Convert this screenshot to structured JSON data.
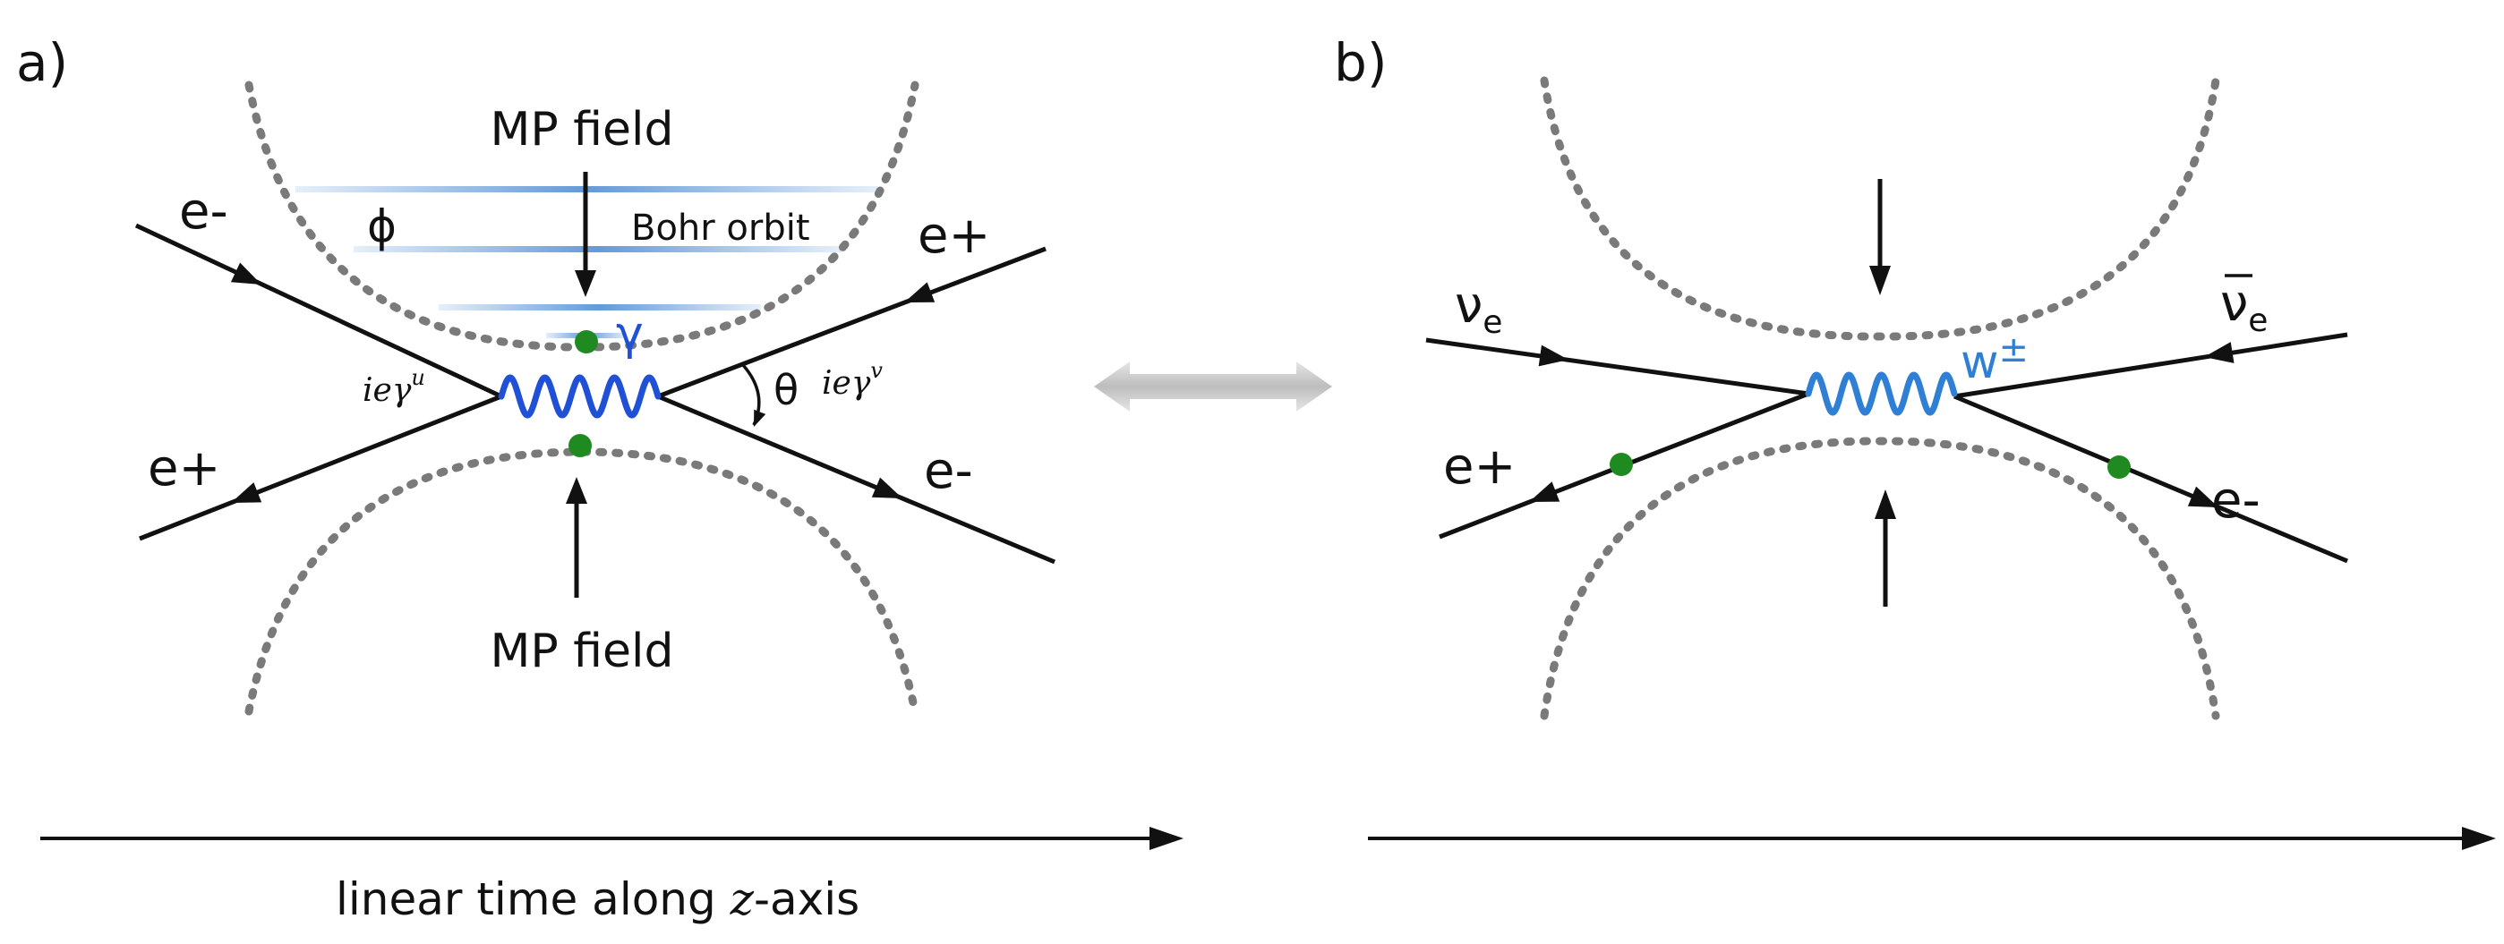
{
  "colors": {
    "line": "#111111",
    "dotted": "#7a7a7a",
    "boson": "#1f50d6",
    "boson_w": "#2f7fd4",
    "vertex_dot": "#1f8a1f",
    "orbit": "#5b95d8",
    "double_arrow": "#cfcfcf"
  },
  "panel_a": {
    "label": "a)",
    "mp_field_top": "MP field",
    "mp_field_bottom": "MP field",
    "phi": "ϕ",
    "bohr_orbit": "Bohr orbit",
    "gamma": "γ",
    "theta": "θ",
    "vertex_left": "ieγ",
    "vertex_left_sup": "u",
    "vertex_right": "ieγ",
    "vertex_right_sup": "v",
    "e_minus_in": "e-",
    "e_plus_in": "e+",
    "e_plus_out": "e+",
    "e_minus_out": "e-",
    "axis_label_pre": "linear time along ",
    "axis_label_var": "z",
    "axis_label_post": "-axis"
  },
  "panel_b": {
    "label": "b)",
    "nu": "ν",
    "nu_sub": "e",
    "nubar": "ν",
    "nubar_sub": "e",
    "w": "w",
    "w_sup": "±",
    "e_plus_out": "e+",
    "e_minus_out": "e-"
  }
}
